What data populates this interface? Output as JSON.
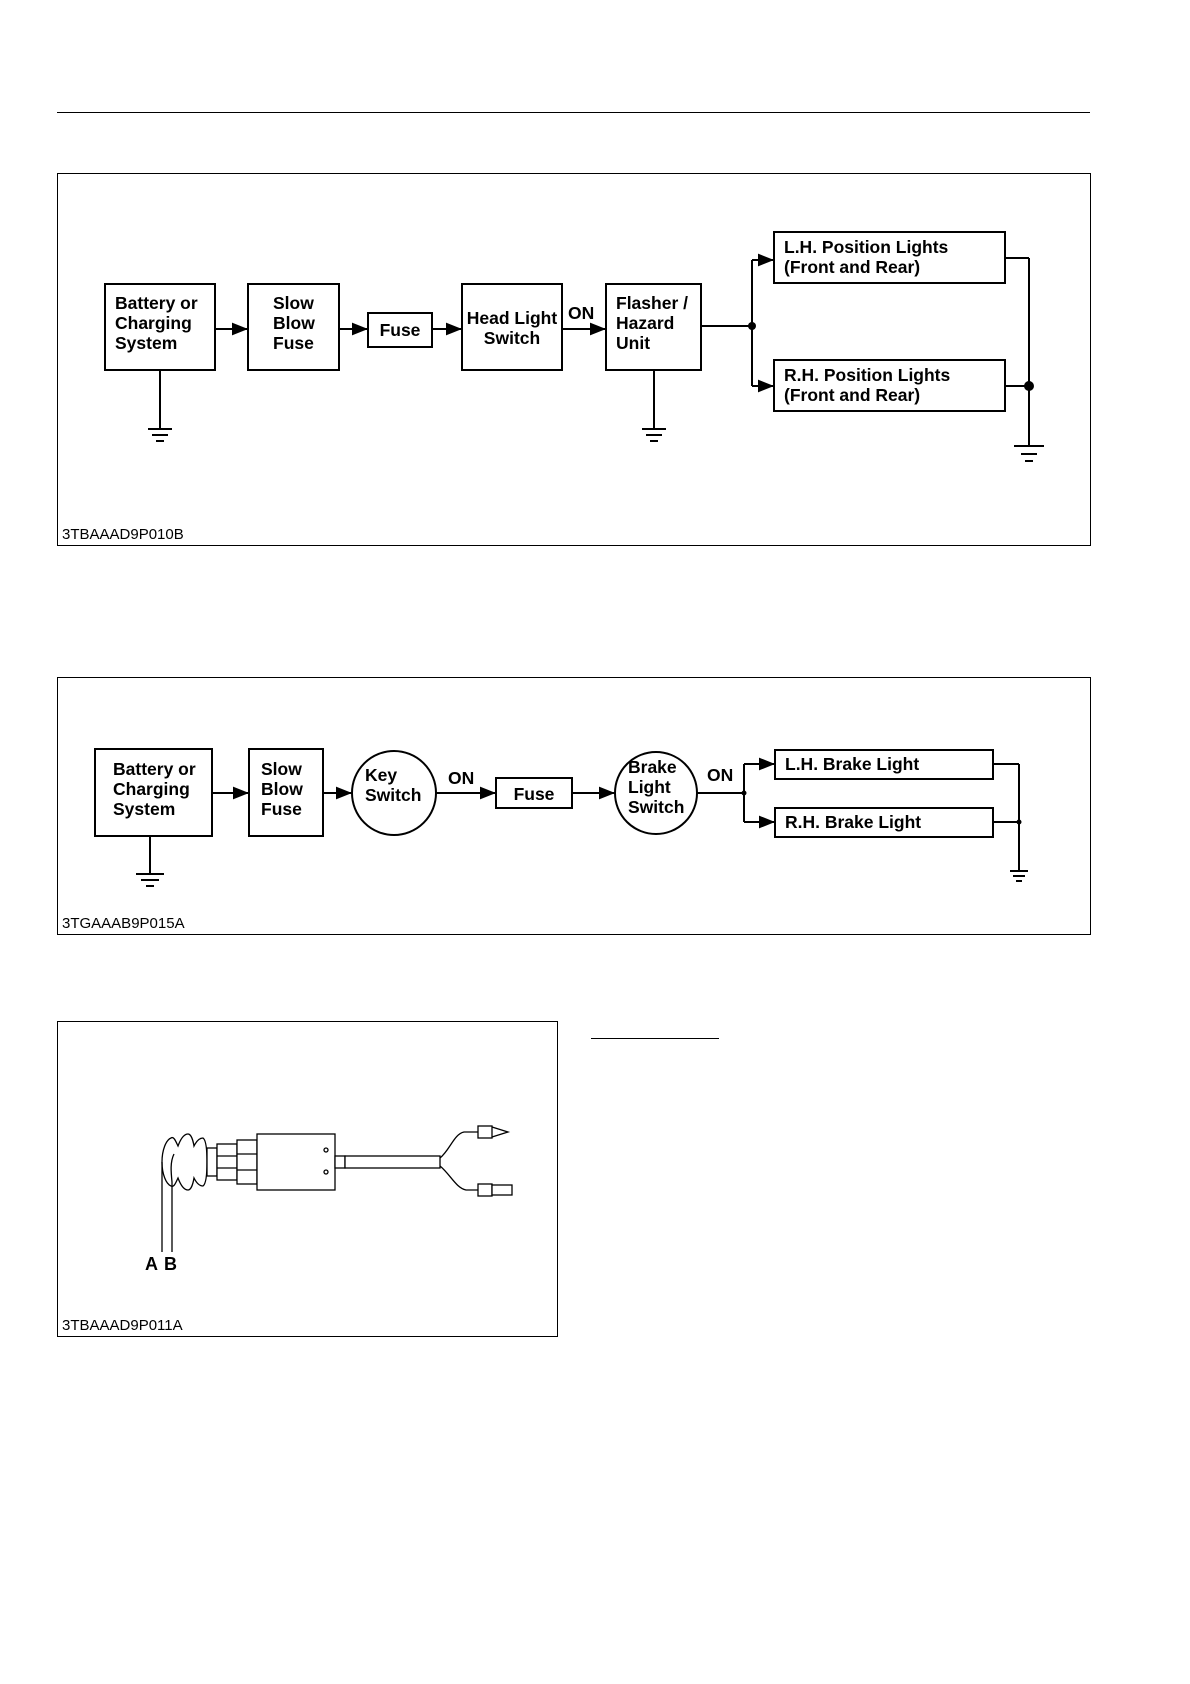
{
  "fig1": {
    "code": "3TBAAAD9P010B",
    "battery": [
      "Battery or",
      "Charging",
      "System"
    ],
    "slow_blow": [
      "Slow",
      "Blow",
      "Fuse"
    ],
    "fuse": "Fuse",
    "head_light": [
      "Head Light",
      "Switch"
    ],
    "on": "ON",
    "flasher": [
      "Flasher /",
      "Hazard",
      "Unit"
    ],
    "lh": [
      "L.H. Position Lights",
      "(Front and Rear)"
    ],
    "rh": [
      "R.H. Position Lights",
      "(Front and Rear)"
    ]
  },
  "fig2": {
    "code": "3TGAAAB9P015A",
    "battery": [
      "Battery or",
      "Charging",
      "System"
    ],
    "slow_blow": [
      "Slow",
      "Blow",
      "Fuse"
    ],
    "key": [
      "Key",
      "Switch"
    ],
    "on1": "ON",
    "fuse": "Fuse",
    "brake": [
      "Brake",
      "Light",
      "Switch"
    ],
    "on2": "ON",
    "lh": "L.H. Brake Light",
    "rh": "R.H. Brake Light"
  },
  "fig3": {
    "code": "3TBAAAD9P011A",
    "label_a": "A",
    "label_b": "B"
  }
}
